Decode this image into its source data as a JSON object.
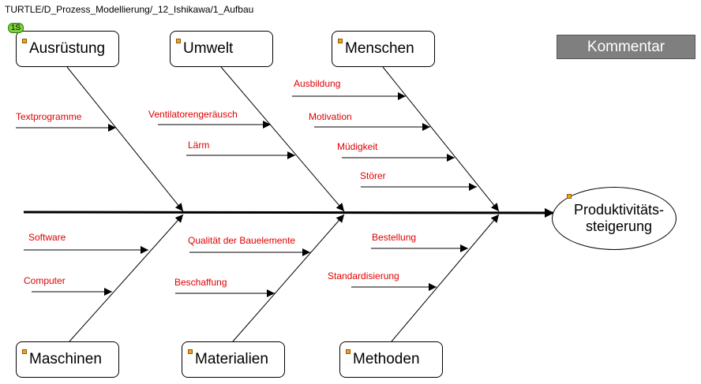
{
  "path": "TURTLE/D_Prozess_Modellierung/_12_Ishikawa/1_Aufbau",
  "badge": "1S",
  "comment_button": "Kommentar",
  "effect": "Produktivitäts-\nsteigerung",
  "categories": {
    "ausruestung": "Ausrüstung",
    "umwelt": "Umwelt",
    "menschen": "Menschen",
    "maschinen": "Maschinen",
    "materialien": "Materialien",
    "methoden": "Methoden"
  },
  "causes": {
    "textprogramme": "Textprogramme",
    "ventilatorengeraeusch": "Ventilatorengeräusch",
    "laerm": "Lärm",
    "ausbildung": "Ausbildung",
    "motivation": "Motivation",
    "muedigkeit": "Müdigkeit",
    "stoerer": "Störer",
    "software": "Software",
    "computer": "Computer",
    "qualitaet": "Qualität der Bauelemente",
    "beschaffung": "Beschaffung",
    "bestellung": "Bestellung",
    "standardisierung": "Standardisierung"
  },
  "colors": {
    "cause_text": "#e00000",
    "comment_button_bg": "#7f7f7f",
    "marker": "#f4a21c",
    "badge": "#7dd33a"
  }
}
